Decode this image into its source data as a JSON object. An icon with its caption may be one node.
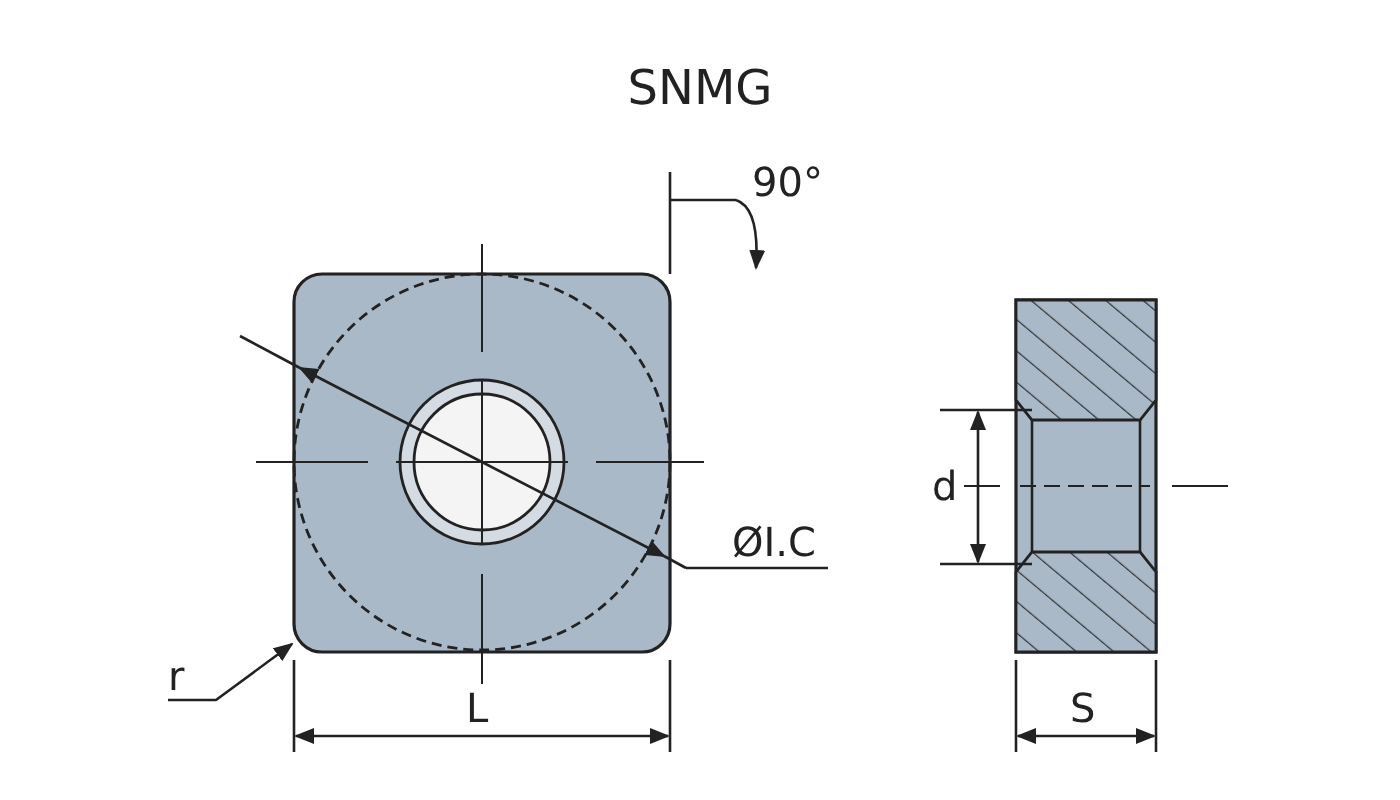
{
  "diagram": {
    "title": "SNMG",
    "nodes": [
      {
        "text": [
          "r"
        ]
      },
      {
        "text": [],
        "shape": "picture"
      }
    ],
    "edges": [
      {
        "from": 0,
        "to": 1,
        "arrow": "to"
      }
    ],
    "labels": [
      "90°",
      "ØI.C",
      "L",
      "d",
      "S"
    ]
  }
}
